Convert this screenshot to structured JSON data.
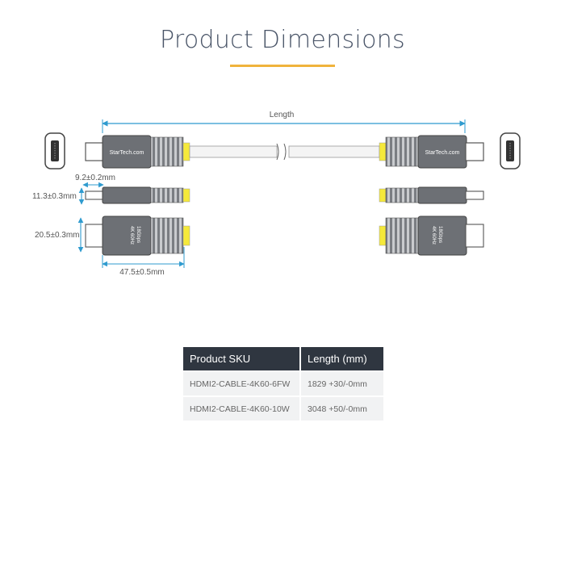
{
  "header": {
    "title": "Product Dimensions"
  },
  "diagram": {
    "length_label": "Length",
    "tip_width_label": "9.2±0.2mm",
    "thickness_label": "11.3±0.3mm",
    "width_label": "20.5±0.3mm",
    "body_length_label": "47.5±0.5mm",
    "brand_text": "StarTech.com",
    "spec_text_1": "4K 60Hz",
    "spec_text_2": "18Gbps",
    "colors": {
      "accent_yellow": "#f5e93a",
      "dimension_line": "#2f9bcf",
      "connector_gray": "#6d7075"
    }
  },
  "table": {
    "headers": [
      "Product SKU",
      "Length (mm)"
    ],
    "rows": [
      [
        "HDMI2-CABLE-4K60-6FW",
        "1829 +30/-0mm"
      ],
      [
        "HDMI2-CABLE-4K60-10W",
        "3048 +50/-0mm"
      ]
    ]
  }
}
